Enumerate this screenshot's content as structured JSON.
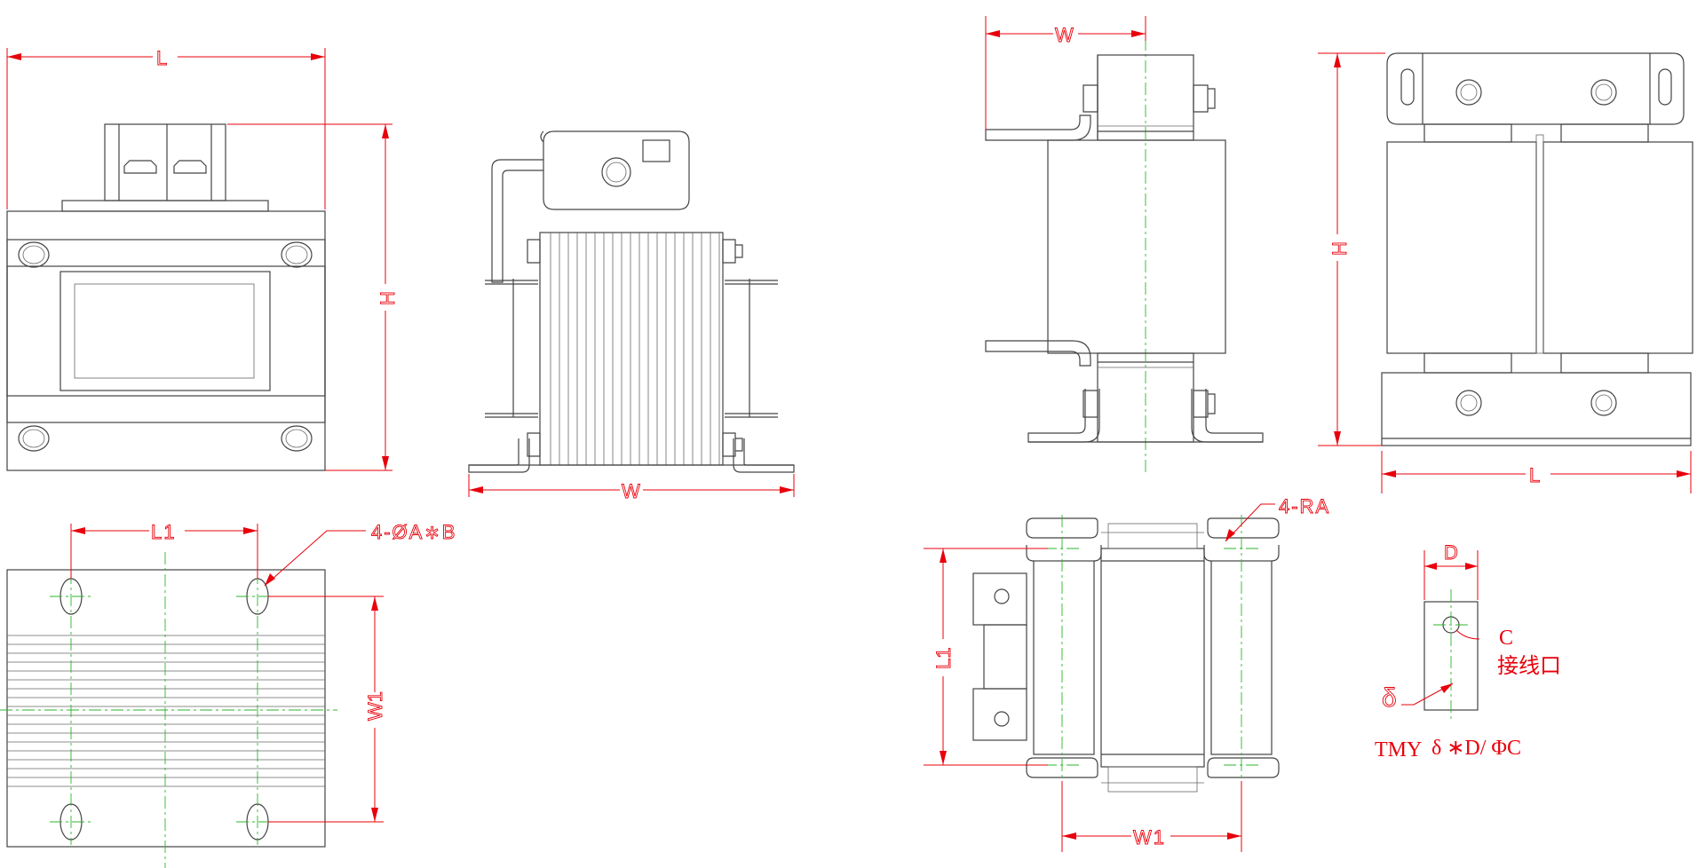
{
  "colors": {
    "outline": "#444444",
    "dimension": "#e8000b",
    "centerline": "#2bb52b"
  },
  "labels": {
    "l": "L",
    "h": "H",
    "w": "W",
    "l1": "L1",
    "w1": "W1",
    "hole_note": "4-ØA∗B",
    "ra_note": "4-RA",
    "d": "D",
    "c": "C",
    "delta": "δ",
    "terminal_cn": "接线口",
    "tmy_formula_prefix": "TMY",
    "tmy_formula": "δ ∗D/ ΦC"
  }
}
